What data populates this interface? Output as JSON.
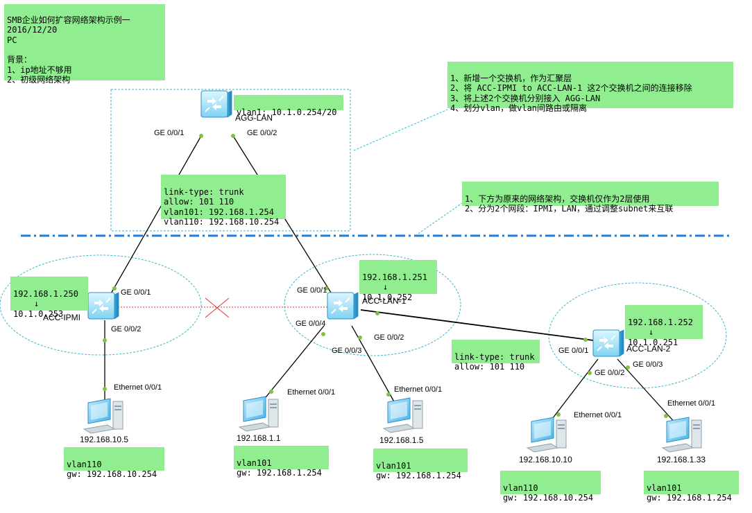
{
  "header_note": {
    "line1": "SMB企业如何扩容网络架构示例一",
    "line2": "2016/12/20",
    "line3": "PC",
    "line4": "",
    "line5": "背景：",
    "line6": "1、ip地址不够用",
    "line7": "2、初级网络架构"
  },
  "changes_note": {
    "line1": "1、新增一个交换机，作为汇聚层",
    "line2": "2、将 ACC-IPMI to ACC-LAN-1 这2个交换机之间的连接移除",
    "line3": "3、将上述2个交换机分别接入 AGG-LAN",
    "line4": "4、划分vlan，做vlan间路由或隔离"
  },
  "legacy_note": {
    "line1": "1、下方为原来的网络架构，交换机仅作为2层使用",
    "line2": "2、分为2个网段：IPMI，LAN，通过调整subnet来互联"
  },
  "switches": {
    "agg": {
      "name": "AGG-LAN",
      "vlan_note": "vlan1: 10.1.0.254/20"
    },
    "ipmi": {
      "name": "ACC-IPMI",
      "ip_from": "192.168.1.250",
      "arrow": "↓",
      "ip_to": "10.1.0.253"
    },
    "lan1": {
      "name": "ACC-LAN-1",
      "ip_from": "192.168.1.251",
      "arrow": "↓",
      "ip_to": "10.1.0.252"
    },
    "lan2": {
      "name": "ACC-LAN-2",
      "ip_from": "192.168.1.252",
      "arrow": "↓",
      "ip_to": "10.1.0.251"
    }
  },
  "trunk_note_agg": {
    "line1": "link-type: trunk",
    "line2": "allow: 101 110",
    "line3": "vlan101: 192.168.1.254",
    "line4": "vlan110: 192.168.10.254"
  },
  "trunk_note_lan2": {
    "line1": "link-type: trunk",
    "line2": "allow: 101 110"
  },
  "ports": {
    "agg_p1": "GE 0/0/1",
    "agg_p2": "GE 0/0/2",
    "ipmi_p1": "GE 0/0/1",
    "ipmi_p2": "GE 0/0/2",
    "lan1_p1": "GE 0/0/1",
    "lan1_p4": "GE 0/0/4",
    "lan1_p3": "GE 0/0/3",
    "lan1_p2": "GE 0/0/2",
    "lan2_p1": "GE 0/0/1",
    "lan2_p2": "GE 0/0/2",
    "lan2_p3": "GE 0/0/3",
    "pc1_eth": "Ethernet 0/0/1",
    "pc2_eth": "Ethernet 0/0/1",
    "pc3_eth": "Ethernet 0/0/1",
    "pc4_eth": "Ethernet 0/0/1",
    "pc5_eth": "Ethernet 0/0/1"
  },
  "pcs": [
    {
      "ip": "192.168.10.5",
      "vlan": "vlan110",
      "gw": "gw: 192.168.10.254"
    },
    {
      "ip": "192.168.1.1",
      "vlan": "vlan101",
      "gw": "gw: 192.168.1.254"
    },
    {
      "ip": "192.168.1.5",
      "vlan": "vlan101",
      "gw": "gw: 192.168.1.254"
    },
    {
      "ip": "192.168.10.10",
      "vlan": "vlan110",
      "gw": "gw: 192.168.10.254"
    },
    {
      "ip": "192.168.1.33",
      "vlan": "vlan101",
      "gw": "gw: 192.168.1.254"
    }
  ],
  "colors": {
    "note_bg": "#90ee90",
    "switch_body": "#5bc8ec",
    "divider": "#1a7fd6",
    "removed_link": "#e03030",
    "endpoint": "#7dc242"
  },
  "icons": {
    "switch": "layer3-switch-icon",
    "pc": "pc-icon",
    "removed": "x-mark-icon"
  }
}
